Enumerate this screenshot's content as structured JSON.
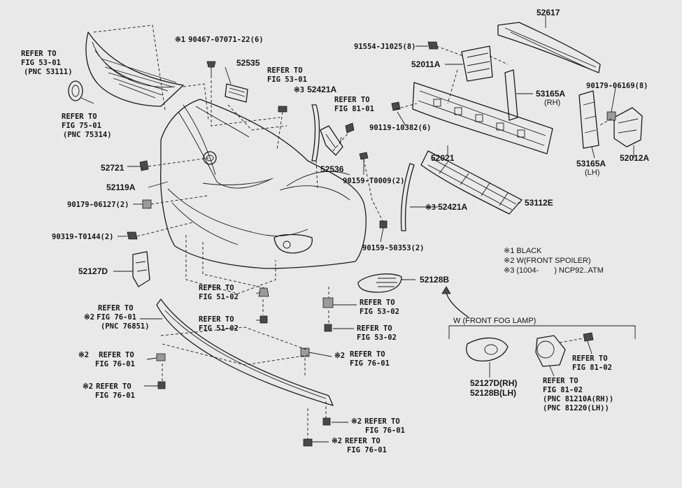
{
  "parts": {
    "p52617": "52617",
    "p91554": "91554-J1025(8)",
    "p52011a": "52011A",
    "p53165a_rh": "53165A",
    "rh": "(RH)",
    "p90179_06169": "90179-06169(8)",
    "p52535": "52535",
    "p90467": "90467-07071-22(6)",
    "p52421a_top": "52421A",
    "p90119": "90119-10382(6)",
    "p52021": "52021",
    "p53165a_lh": "53165A",
    "lh": "(LH)",
    "p52012a": "52012A",
    "p52721": "52721",
    "p52536": "52536",
    "p90159_t0009": "90159-T0009(2)",
    "p52119a": "52119A",
    "p90179_06127": "90179-06127(2)",
    "p52421a_mid": "52421A",
    "p53112e": "53112E",
    "p90319": "90319-T0144(2)",
    "p90159_50353": "90159-50353(2)",
    "p52127d": "52127D",
    "p52128b": "52128B",
    "p52127d_rh": "52127D(RH)",
    "p52128b_lh": "52128B(LH)"
  },
  "marks": {
    "m1": "※1",
    "m2": "※2",
    "m3": "※3"
  },
  "refs": {
    "r1_a": "REFER TO",
    "r1_b": "FIG 53-01",
    "r1_c": "(PNC 53111)",
    "r2_a": "REFER TO",
    "r2_b": "FIG 75-01",
    "r2_c": "(PNC 75314)",
    "r3_a": "REFER TO",
    "r3_b": "FIG 53-01",
    "r4_a": "REFER TO",
    "r4_b": "FIG 81-01",
    "r5_a": "REFER TO",
    "r5_b": "FIG 51-02",
    "r6_a": "REFER TO",
    "r6_b": "FIG 51-02",
    "r7_a": "REFER TO",
    "r7_b": "FIG 76-01",
    "r7_c": "(PNC 76851)",
    "r8_a": "REFER TO",
    "r8_b": "FIG 53-02",
    "r9_a": "REFER TO",
    "r9_b": "FIG 53-02",
    "r10_a": "REFER TO",
    "r10_b": "FIG 76-01",
    "r11_a": "REFER TO",
    "r11_b": "FIG 76-01",
    "r12_a": "REFER TO",
    "r12_b": "FIG 76-01",
    "r13_a": "REFER TO",
    "r13_b": "FIG 76-01",
    "r14_a": "REFER TO",
    "r14_b": "FIG 76-01",
    "r15_a": "REFER TO",
    "r15_b": "FIG 81-02",
    "r16_a": "REFER TO",
    "r16_b": "FIG 81-02",
    "r16_c": "(PNC 81210A(RH))",
    "r16_d": "(PNC 81220(LH))"
  },
  "legend": {
    "l1": "※1 BLACK",
    "l2": "※2 W(FRONT SPOILER)",
    "l3_a": "※3 (1004-",
    "l3_b": ") NCP92..ATM"
  },
  "fog_box": {
    "title": "W (FRONT FOG LAMP)"
  }
}
